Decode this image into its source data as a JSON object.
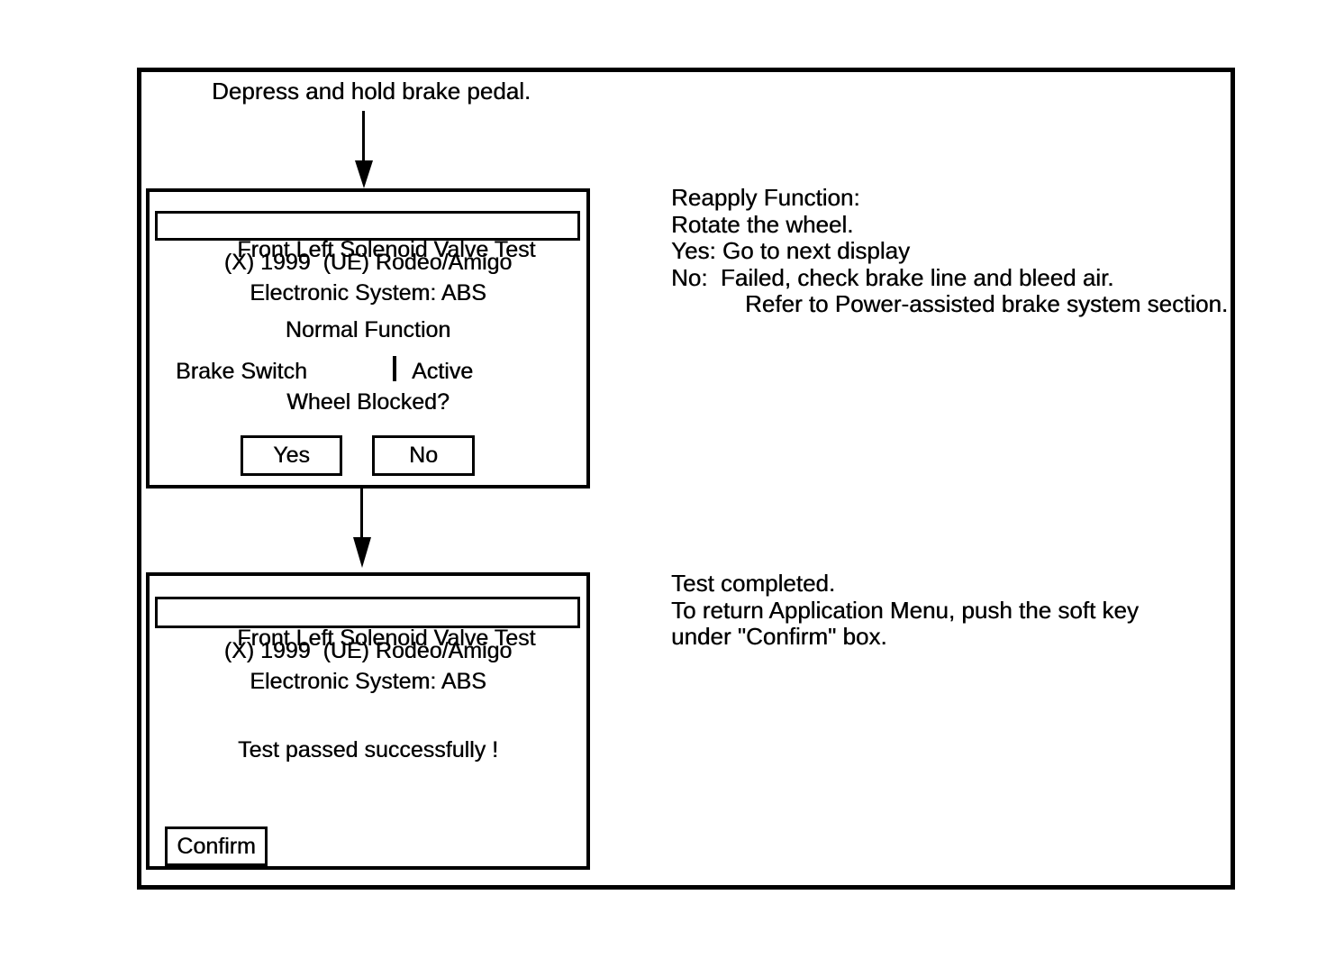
{
  "caption": "Depress and hold brake pedal.",
  "screen1": {
    "title": "Front Left Solenoid Valve Test",
    "vehicle": "(X) 1999  (UE) Rodeo/Amigo",
    "system": "Electronic System: ABS",
    "mode": "Normal Function",
    "param_label": "Brake Switch",
    "param_value": "Active",
    "question": "Wheel Blocked?",
    "yes_button": "Yes",
    "no_button": "No"
  },
  "screen2": {
    "title": "Front Left Solenoid Valve Test",
    "vehicle": "(X) 1999  (UE) Rodeo/Amigo",
    "system": "Electronic System: ABS",
    "result": "Test passed successfully !",
    "confirm_button": "Confirm"
  },
  "annotations": {
    "block1": {
      "lines": [
        "Reapply Function:",
        "Rotate the wheel.",
        "Yes: Go to next display",
        "No:  Failed, check brake line and bleed air.",
        "Refer to Power-assisted brake system section."
      ]
    },
    "block2": {
      "lines": [
        "Test completed.",
        "To return Application Menu, push the soft key",
        "under \"Confirm\" box."
      ]
    }
  },
  "colors": {
    "ink": "#000000",
    "paper": "#ffffff"
  }
}
